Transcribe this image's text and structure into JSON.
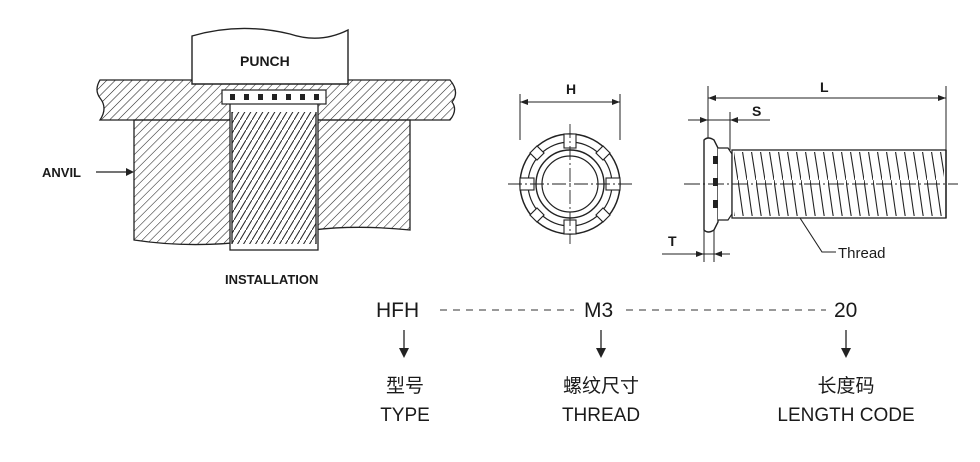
{
  "labels": {
    "punch": "PUNCH",
    "anvil": "ANVIL",
    "installation": "INSTALLATION",
    "dim_h": "H",
    "dim_l": "L",
    "dim_s": "S",
    "dim_t": "T",
    "thread": "Thread"
  },
  "part_code": {
    "segments": [
      {
        "code": "HFH",
        "cn": "型号",
        "en": "TYPE"
      },
      {
        "code": "M3",
        "cn": "螺纹尺寸",
        "en": "THREAD"
      },
      {
        "code": "20",
        "cn": "长度码",
        "en": "LENGTH CODE"
      }
    ]
  }
}
